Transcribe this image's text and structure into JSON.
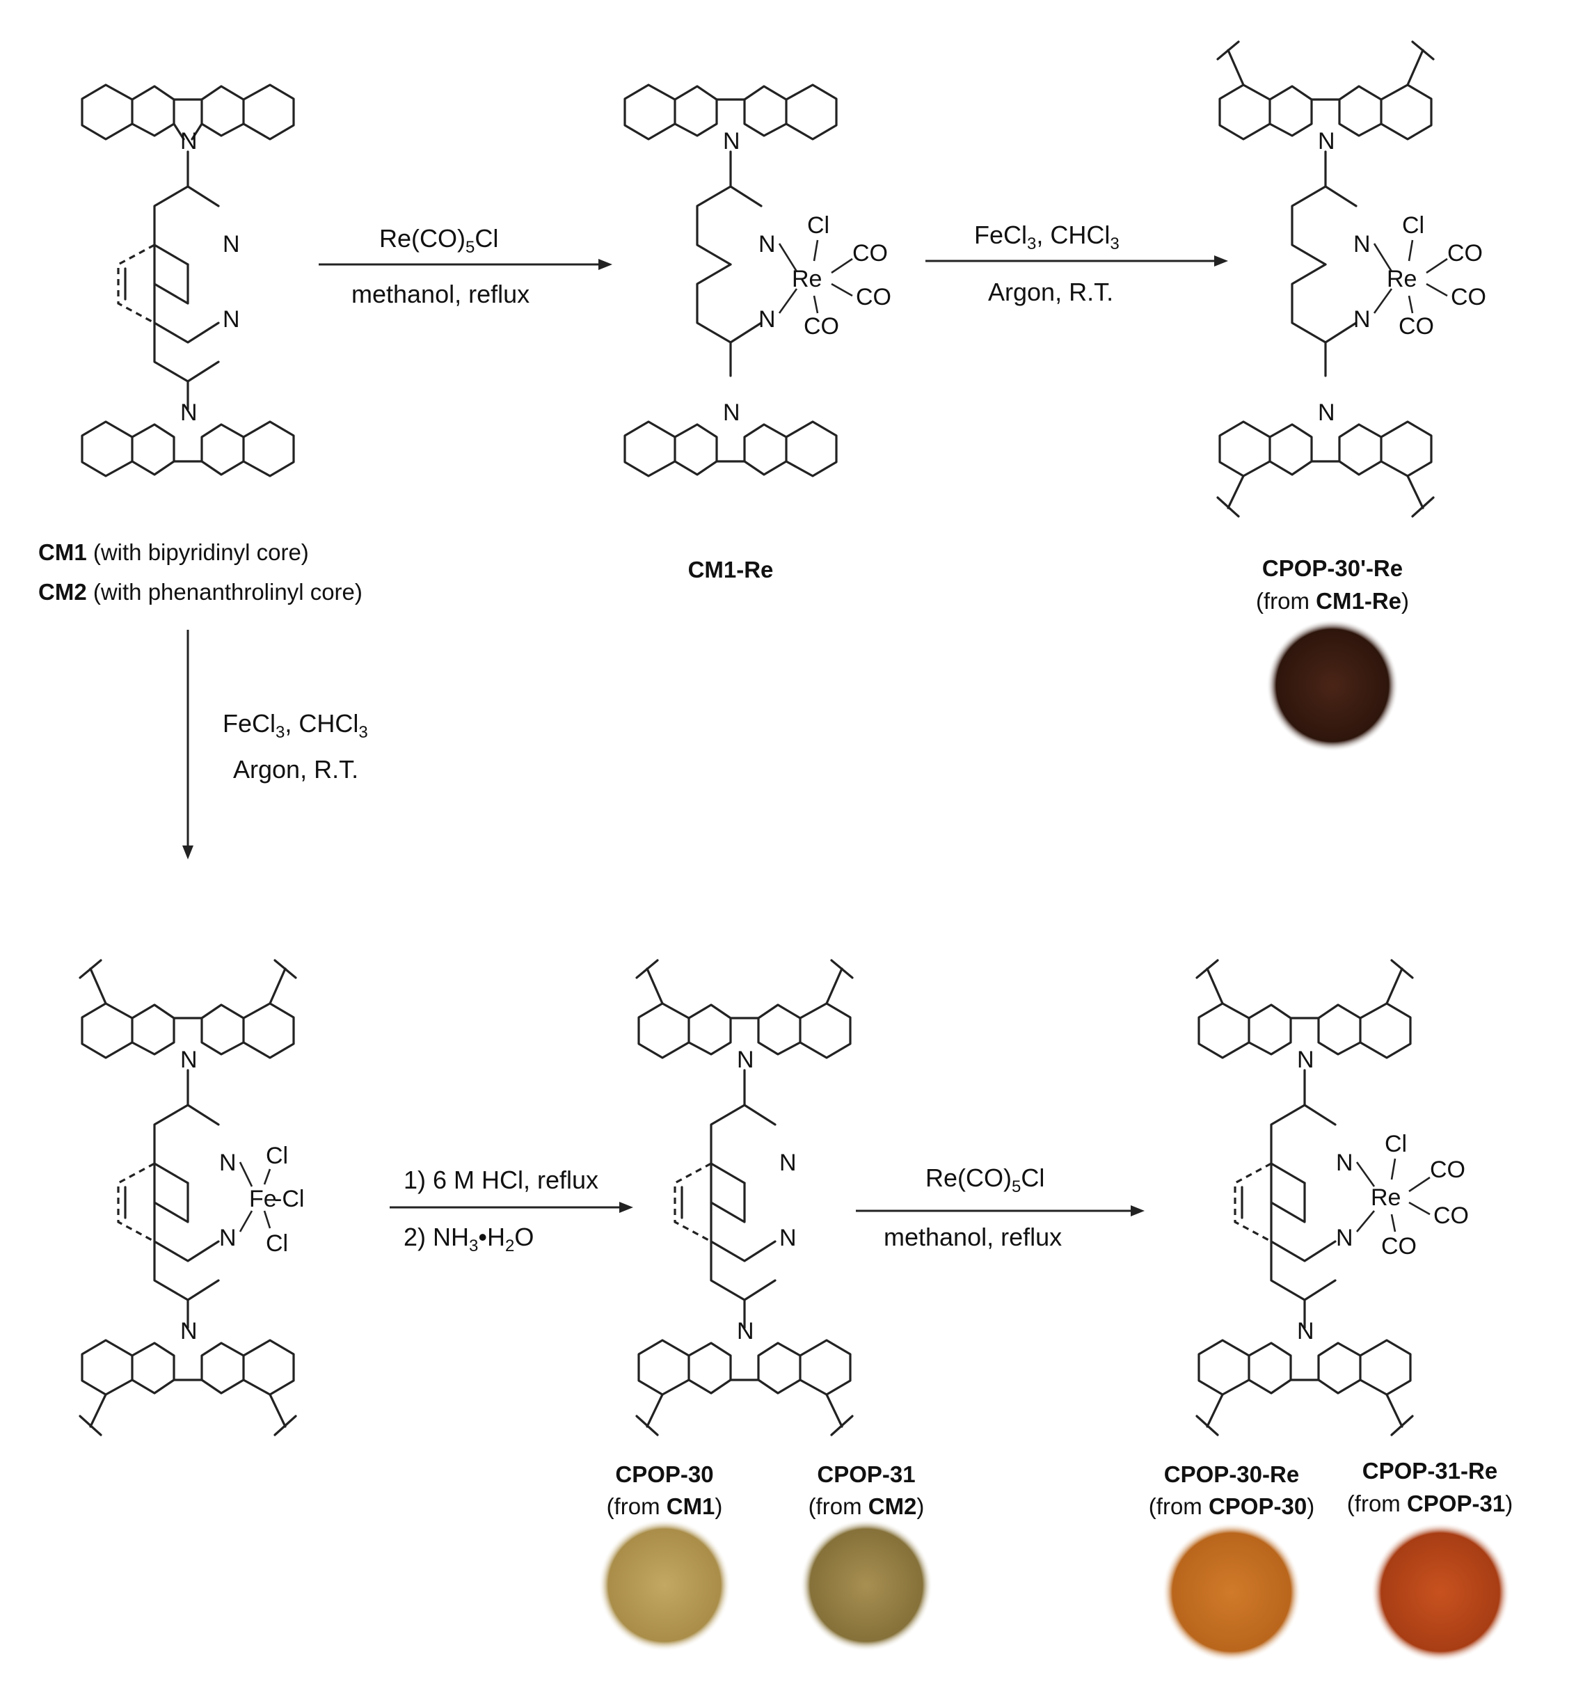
{
  "colors": {
    "cpop30_re_prime": "#3a1a10",
    "cpop30": "#b59a55",
    "cpop31": "#9a8348",
    "cpop30_re": "#c5701f",
    "cpop31_re": "#b8461a"
  },
  "atoms": {
    "N": "N",
    "Cl": "Cl",
    "Re": "Re",
    "Fe": "Fe",
    "CO": "CO",
    "Fe_Cl": "-Cl"
  },
  "conditions": {
    "step1_top": "Re(CO)5Cl",
    "step1_bottom": "methanol, reflux",
    "step2_top": "FeCl3, CHCl3",
    "step2_bottom": "Argon, R.T.",
    "step3_top": "FeCl3, CHCl3",
    "step3_bottom": "Argon, R.T.",
    "step4_top": "1) 6 M HCl, reflux",
    "step4_bottom": "2) NH3•H2O",
    "step5_top": "Re(CO)5Cl",
    "step5_bottom": "methanol, reflux"
  },
  "labels": {
    "cm1": "CM1",
    "cm1_desc": "(with bipyridinyl core)",
    "cm2": "CM2",
    "cm2_desc": "(with phenanthrolinyl core)",
    "cm1_re": "CM1-Re",
    "cpop30p_re": "CPOP-30'-Re",
    "cpop30p_re_from": "CM1-Re",
    "cpop30": "CPOP-30",
    "cpop30_from": "CM1",
    "cpop31": "CPOP-31",
    "cpop31_from": "CM2",
    "cpop30_re": "CPOP-30-Re",
    "cpop30_re_from": "CPOP-30",
    "cpop31_re": "CPOP-31-Re",
    "cpop31_re_from": "CPOP-31",
    "from_prefix": "(from ",
    "from_suffix": ")"
  }
}
